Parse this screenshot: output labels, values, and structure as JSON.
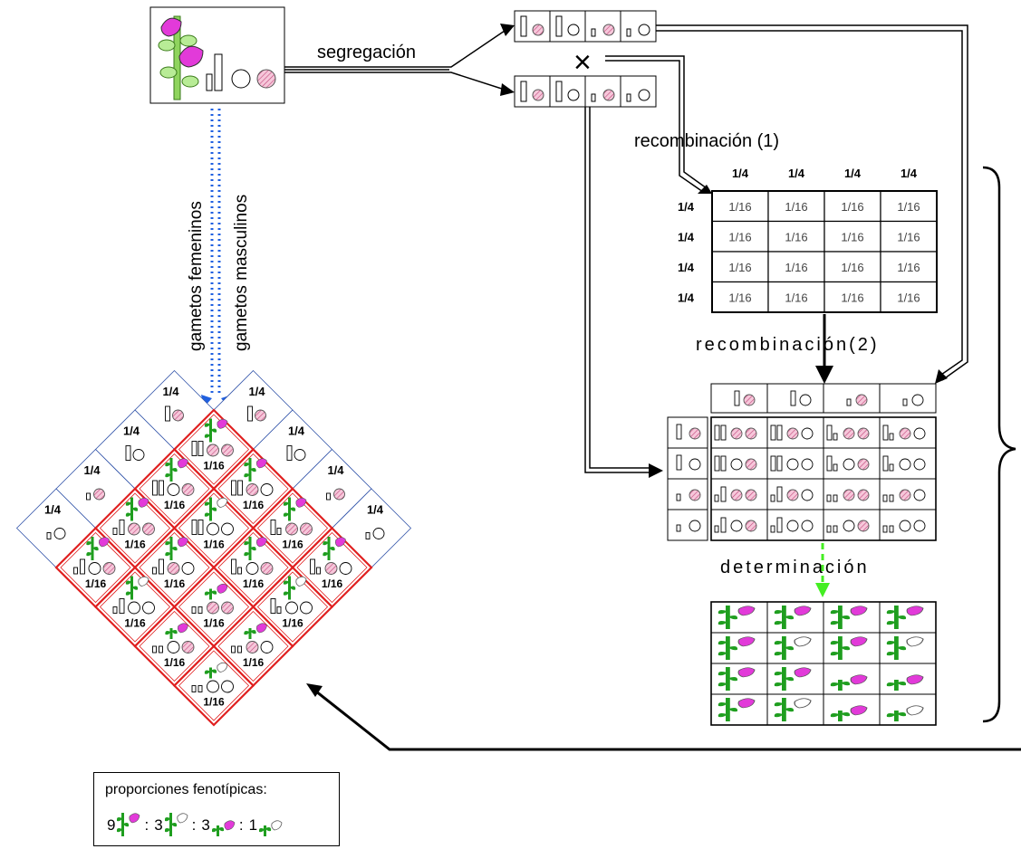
{
  "labels": {
    "segregacion": "segregación",
    "recomb1": "recombinación (1)",
    "recomb2": "recombinación(2)",
    "determinacion": "determinación",
    "female": "gametos femeninos",
    "male": "gametos masculinos",
    "cross": "×"
  },
  "grid1": {
    "col_headers": [
      "1/4",
      "1/4",
      "1/4",
      "1/4"
    ],
    "row_headers": [
      "1/4",
      "1/4",
      "1/4",
      "1/4"
    ],
    "cell": "1/16"
  },
  "diamond": {
    "edge_label": "1/4",
    "cell_label": "1/16"
  },
  "legend": {
    "title": "proporciones fenotípicas:",
    "counts": [
      "9",
      "3",
      "3",
      "1"
    ],
    "separator": ":"
  },
  "colors": {
    "stem": "#1f9e1f",
    "leaf": "#9fe07a",
    "flower": "#e23ad9",
    "pink_seed": "#f0a7c8",
    "hatch": "#d05a8a",
    "diamond_border": "#e02020",
    "edge_border": "#3355aa",
    "dotted_arrow": "#2060e0",
    "green_arrow": "#44ee22"
  }
}
